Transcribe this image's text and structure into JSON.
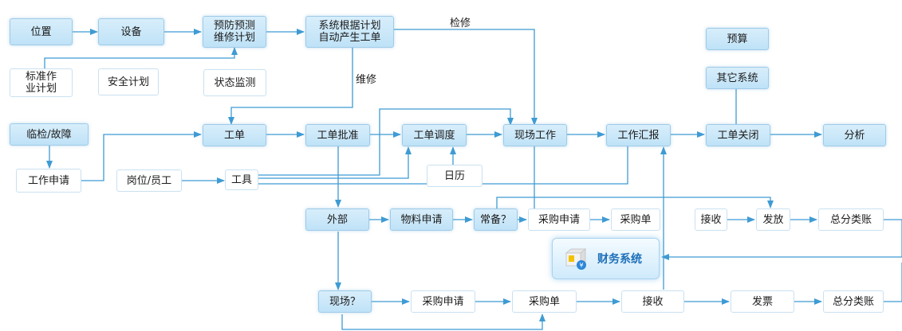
{
  "nodes": {
    "location": "位置",
    "equipment": "设备",
    "preventive_plan": "预防预测\n维修计划",
    "auto_work_order": "系统根据计划\n自动产生工单",
    "standard_plan": "标准作\n业计划",
    "safety_plan": "安全计划",
    "condition_monitoring": "状态监测",
    "budget": "预算",
    "other_systems": "其它系统",
    "inspection_fault": "临检/故障",
    "work_request": "工作申请",
    "work_order": "工单",
    "work_order_approval": "工单批准",
    "work_order_dispatch": "工单调度",
    "field_work": "现场工作",
    "work_report": "工作汇报",
    "work_order_close": "工单关闭",
    "analysis": "分析",
    "calendar": "日历",
    "post_staff": "岗位/员工",
    "tools": "工具",
    "external": "外部",
    "material_request": "物料申请",
    "regular_stock": "常备？",
    "purchase_request_1": "采购申请",
    "purchase_order_1": "采购单",
    "receive_1": "接收",
    "issue": "发放",
    "general_ledger_1": "总分类账",
    "finance_system": "财务系统",
    "on_site": "现场？",
    "purchase_request_2": "采购申请",
    "purchase_order_2": "采购单",
    "receive_2": "接收",
    "invoice": "发票",
    "general_ledger_2": "总分类账"
  },
  "labels": {
    "inspection": "检修",
    "maintenance": "维修"
  },
  "colors": {
    "line": "#3e9bd3",
    "node_fill": "#c9e7f9",
    "finance_text": "#1d6fb8"
  },
  "icons": {
    "finance": "coin-box-icon"
  }
}
